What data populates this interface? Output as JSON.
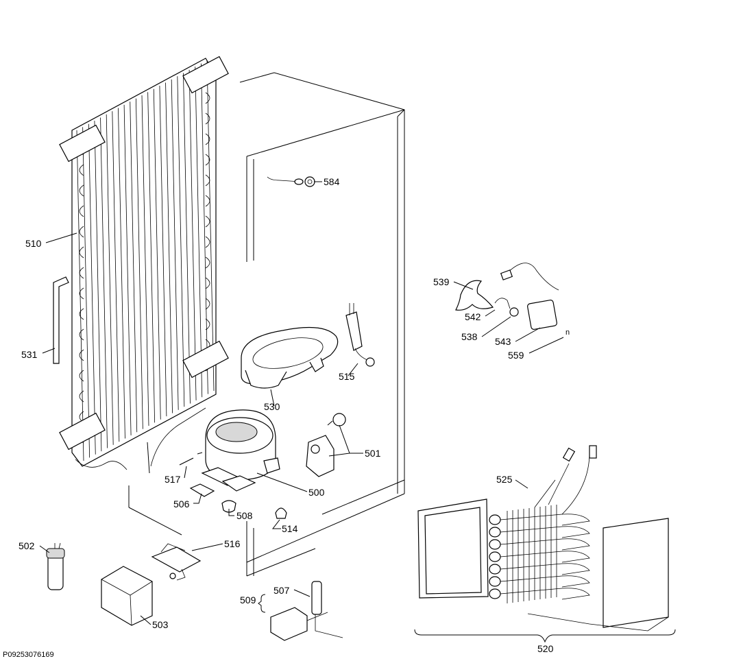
{
  "labels": {
    "p500": "500",
    "p501": "501",
    "p502": "502",
    "p503": "503",
    "p506": "506",
    "p507": "507",
    "p508": "508",
    "p509": "509",
    "p510": "510",
    "p514": "514",
    "p515": "515",
    "p516": "516",
    "p517": "517",
    "p520": "520",
    "p525": "525",
    "p530": "530",
    "p531": "531",
    "p538": "538",
    "p539": "539",
    "p542": "542",
    "p543": "543",
    "p559": "559",
    "p584": "584",
    "n_mark": "n"
  },
  "drawing_code": "P09253076169"
}
